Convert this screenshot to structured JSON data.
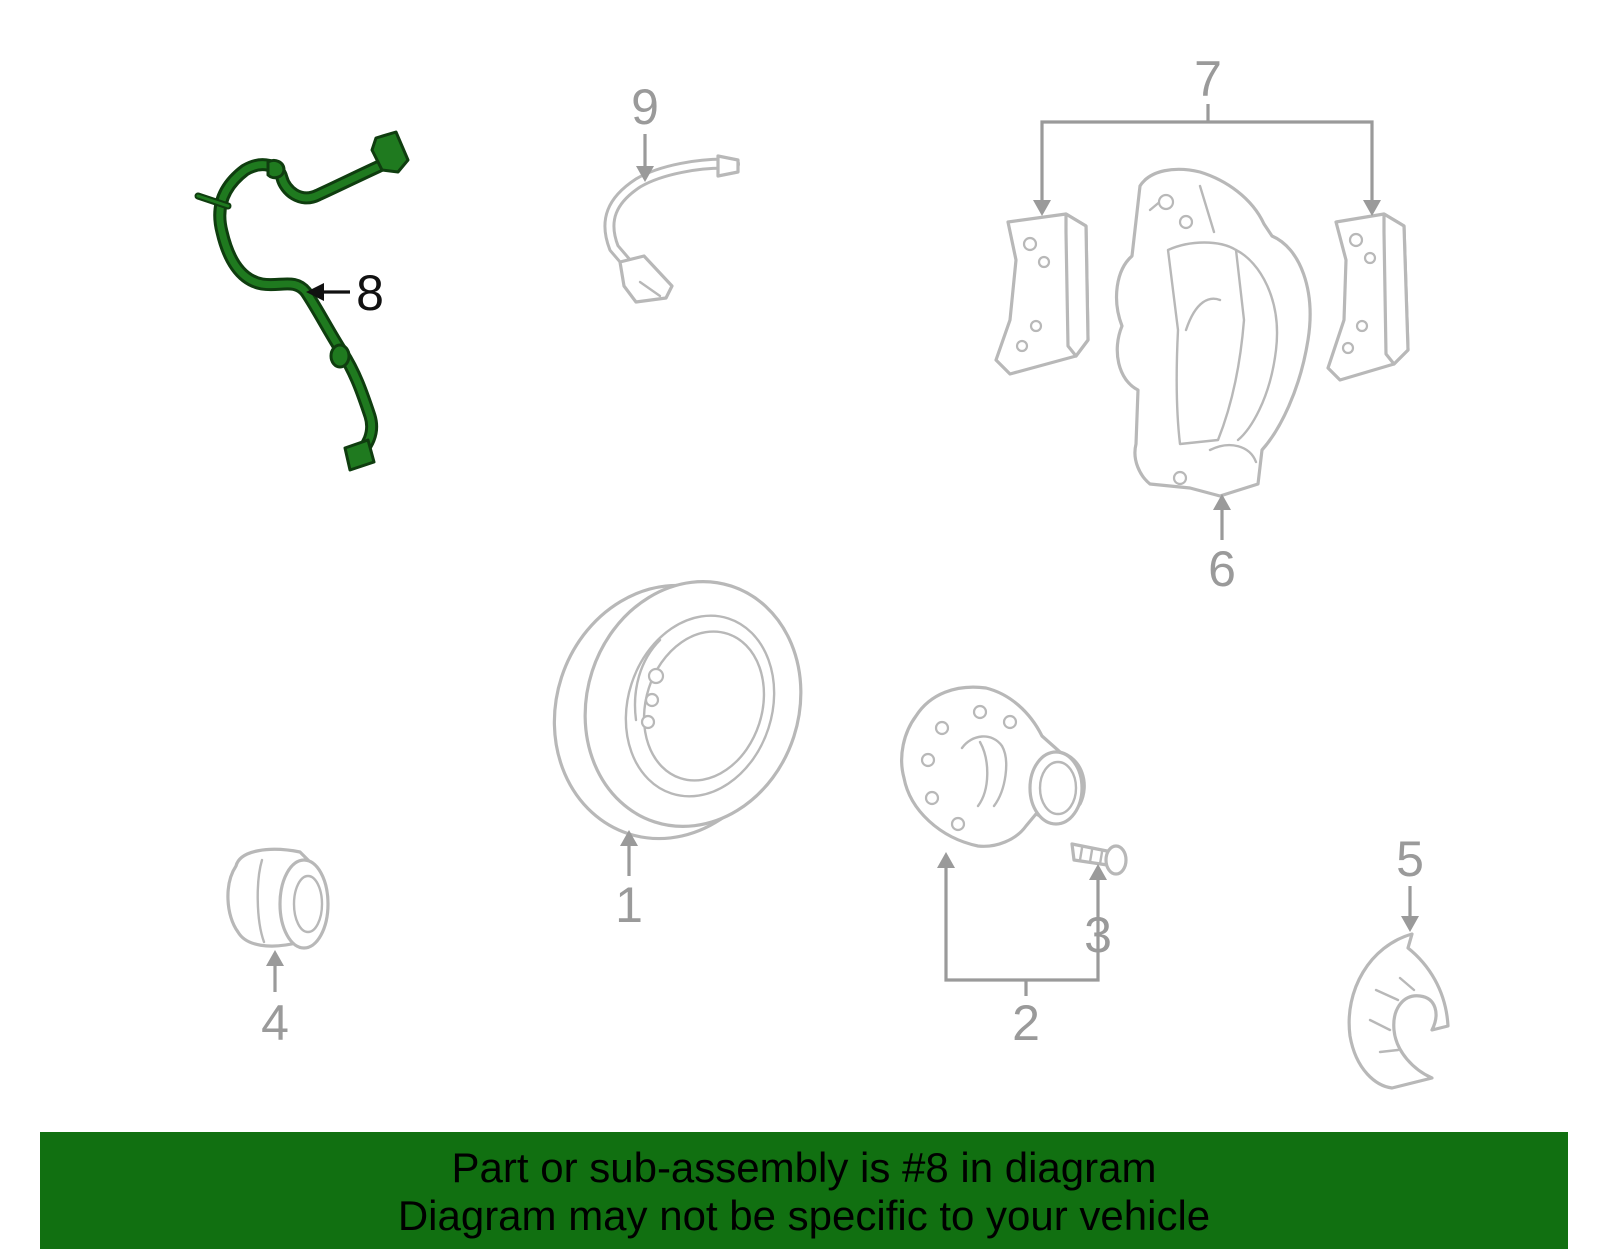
{
  "callouts": {
    "c1": "1",
    "c2": "2",
    "c3": "3",
    "c4": "4",
    "c5": "5",
    "c6": "6",
    "c7": "7",
    "c8": "8",
    "c9": "9"
  },
  "highlight": {
    "part_number": "8",
    "color": "#1f7a1f"
  },
  "banner": {
    "line1": "Part or sub-assembly is #8 in diagram",
    "line2": "Diagram may not be specific to your vehicle",
    "background": "#117011"
  },
  "colors": {
    "part_outline": "#b8b8b8",
    "leader": "#9a9a9a",
    "active_label": "#111111"
  }
}
